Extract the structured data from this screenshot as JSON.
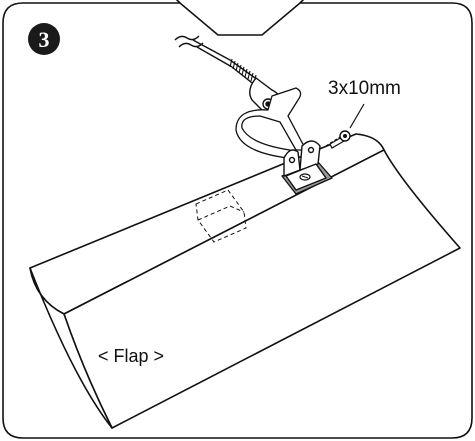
{
  "step": {
    "number": "3"
  },
  "screw": {
    "label": "3x10mm"
  },
  "part": {
    "label": "< Flap >"
  },
  "colors": {
    "line": "#111111",
    "badge": "#1a1a1a",
    "plate": "#999999"
  }
}
